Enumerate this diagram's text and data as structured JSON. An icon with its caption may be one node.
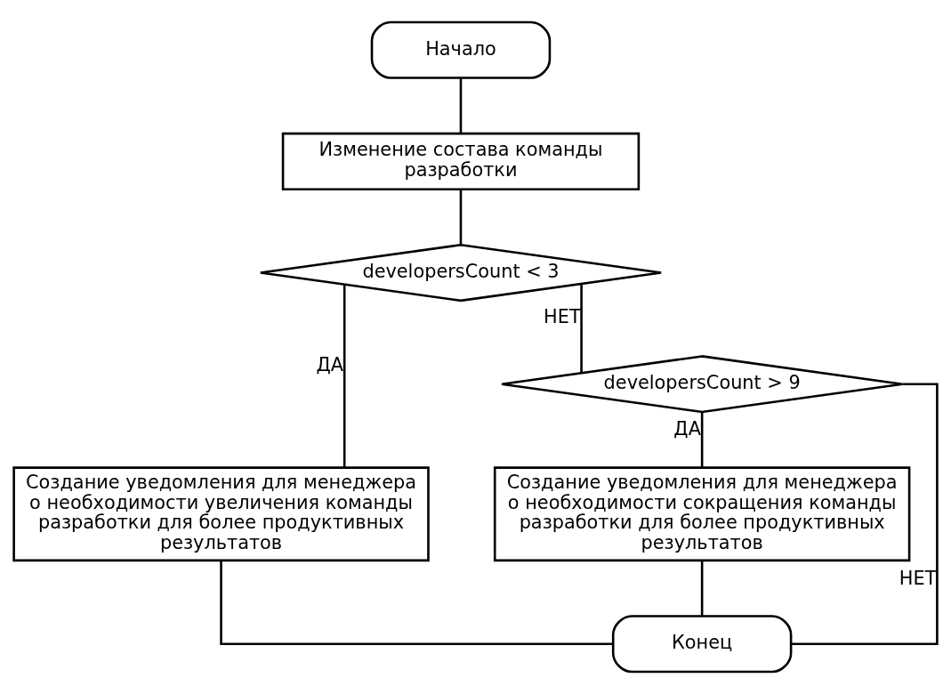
{
  "diagram": {
    "nodes": [
      {
        "text": [
          "Начало"
        ]
      },
      {
        "text": [
          "Изменение состава команды разработки"
        ]
      },
      {
        "text": [
          "developersCount < 3"
        ]
      },
      {
        "text": [
          "Создание уведомления для менеджера о необходимости увеличения команды разработки для более продуктивных результатов"
        ]
      },
      {
        "text": [
          "developersCount > 9"
        ]
      },
      {
        "text": [
          "Создание уведомления для менеджера о необходимости сокращения команды разработки для более продуктивных результатов"
        ]
      },
      {
        "text": [
          "Конец"
        ]
      }
    ],
    "edges": [
      {
        "from": 0,
        "to": 1,
        "arrow": "none"
      },
      {
        "from": 1,
        "to": 2,
        "arrow": "none"
      },
      {
        "from": 2,
        "to": 3,
        "arrow": "none",
        "label": "ДА"
      },
      {
        "from": 2,
        "to": 4,
        "arrow": "none",
        "label": "НЕТ"
      },
      {
        "from": 4,
        "to": 6,
        "arrow": "none",
        "label": "НЕТ"
      },
      {
        "from": 4,
        "to": 5,
        "arrow": "none",
        "label": "ДА"
      },
      {
        "from": 3,
        "to": 6,
        "arrow": "none"
      },
      {
        "from": 5,
        "to": 6,
        "arrow": "none"
      }
    ]
  }
}
